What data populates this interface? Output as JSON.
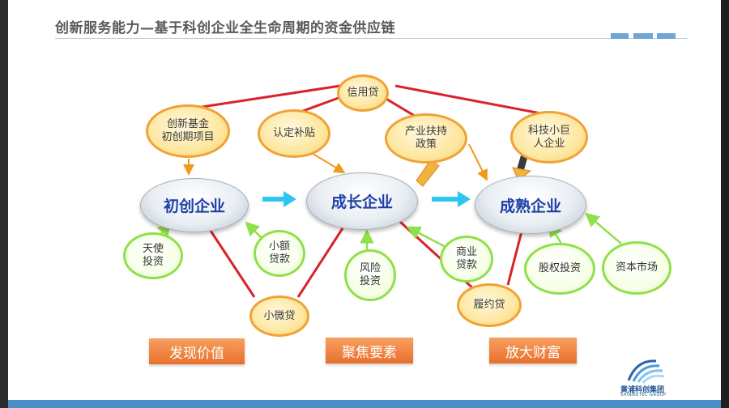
{
  "title": "创新服务能力—基于科创企业全生命周期的资金供应链",
  "stages": {
    "startup": "初创企业",
    "growth": "成长企业",
    "mature": "成熟企业"
  },
  "funding": {
    "credit_loan": "信用贷",
    "innovation_fund": "创新基金\n初创期项目",
    "certified_subsidy": "认定补贴",
    "industry_policy": "产业扶持\n政策",
    "tech_giant": "科技小巨\n人企业",
    "angel_investment": "天使\n投资",
    "small_loan": "小额\n贷款",
    "venture_investment": "风险\n投资",
    "commercial_loan": "商业\n贷款",
    "micro_loan": "小微贷",
    "performance_loan": "履约贷",
    "equity_investment": "股权投资",
    "capital_market": "资本市场"
  },
  "goals": {
    "discover": "发现价值",
    "focus": "聚焦要素",
    "amplify": "放大财富"
  },
  "logo": {
    "name": "黄浦科创集团",
    "sub": "SHINNOTEC GROUP"
  },
  "colors": {
    "red_link": "#d9232a",
    "green_link": "#8fe04a",
    "orange_link": "#ee9a1f",
    "progress_arrow": "#2cc6f0",
    "stage_text": "#1f3fa8",
    "goal_fill": "#ec7a34"
  }
}
